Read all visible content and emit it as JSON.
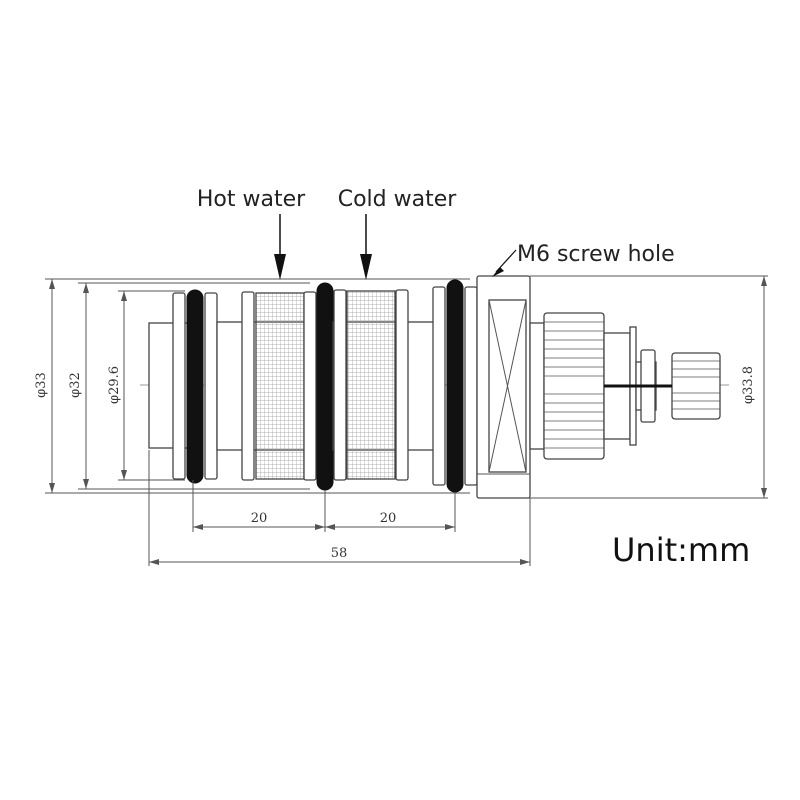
{
  "labels": {
    "hot_water": "Hot water",
    "cold_water": "Cold water",
    "screw_hole": "M6 screw hole",
    "unit": "Unit:mm"
  },
  "dimensions": {
    "phi33": "φ33",
    "phi32": "φ32",
    "phi29_6": "φ29.6",
    "phi33_8": "φ33.8",
    "len_hot": "20",
    "len_cold": "20",
    "total": "58"
  },
  "colors": {
    "ring": "#111111",
    "line": "#555555",
    "mesh": "#999999"
  }
}
